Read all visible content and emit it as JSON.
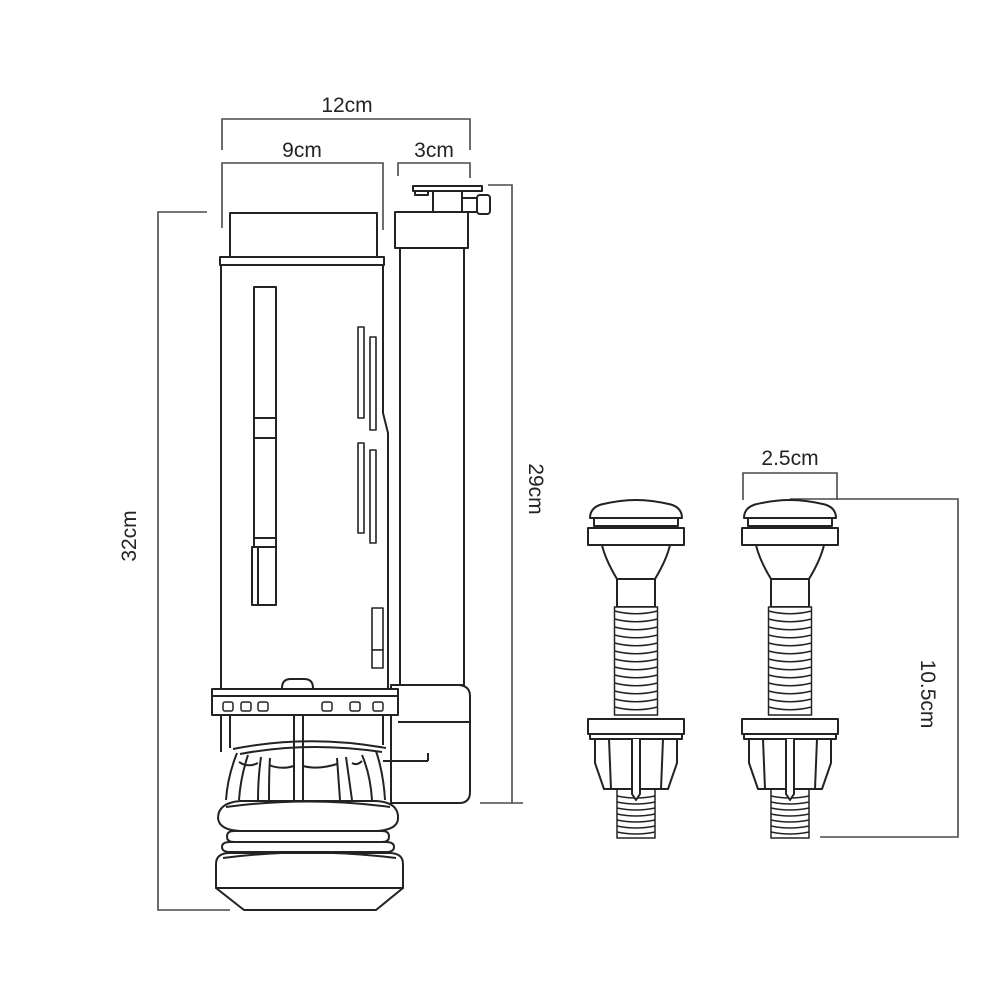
{
  "figure": {
    "type": "technical-dimension-diagram",
    "labels": {
      "valve_overall_width": "12cm",
      "valve_body_width": "9cm",
      "overflow_tube_width": "3cm",
      "valve_overall_height": "32cm",
      "overflow_tube_height": "29cm",
      "bolt_cap_width": "2.5cm",
      "bolt_length": "10.5cm"
    },
    "colors": {
      "background": "#ffffff",
      "outline": "#232323",
      "dimension": "#4a4a4a",
      "text": "#242424"
    }
  }
}
